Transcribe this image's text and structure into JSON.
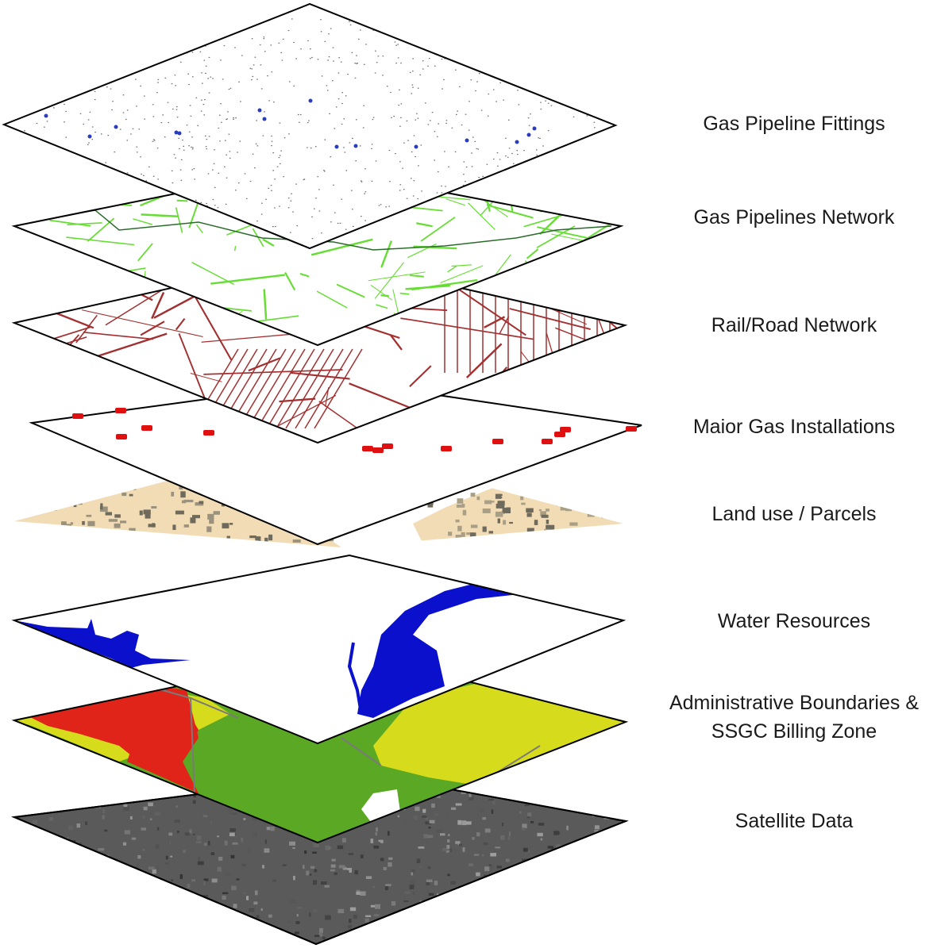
{
  "layers": [
    {
      "label": "Gas Pipeline Fittings"
    },
    {
      "label": "Gas Pipelines Network"
    },
    {
      "label": "Rail/Road Network"
    },
    {
      "label": "Maior Gas Installations"
    },
    {
      "label": "Land use / Parcels"
    },
    {
      "label": "Water Resources"
    },
    {
      "label": "Administrative Boundaries &\nSSGC Billing Zone"
    },
    {
      "label": "Satellite Data"
    }
  ],
  "colors": {
    "fittings_dots": "#2b3dbf",
    "pipelines": "#66dd33",
    "roads": "#a33030",
    "installations": "#e01010",
    "landuse_light": "#f2dcb5",
    "landuse_dark": "#6e6a5c",
    "water": "#0a10cc",
    "admin_red": "#e0241a",
    "admin_green": "#5aa823",
    "admin_yellow": "#d6dc1c",
    "satellite": "#5a5a5a"
  }
}
